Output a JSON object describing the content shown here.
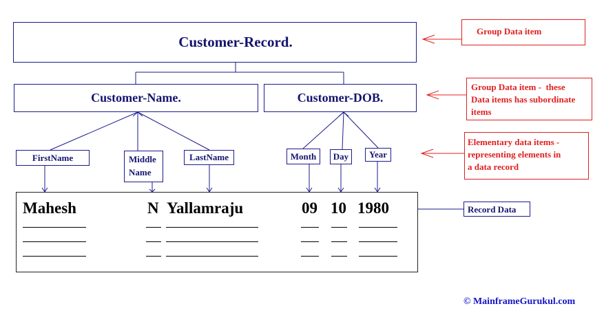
{
  "group_record": {
    "label": "Customer-Record."
  },
  "group_name": {
    "label": "Customer-Name."
  },
  "group_dob": {
    "label": "Customer-DOB."
  },
  "elementary": {
    "first_name": "FirstName",
    "middle_name_line1": "Middle",
    "middle_name_line2": "Name",
    "last_name": "LastName",
    "month": "Month",
    "day": "Day",
    "year": "Year"
  },
  "record_data": {
    "first_name": "Mahesh",
    "middle_initial": "N",
    "last_name": "Yallamraju",
    "month": "09",
    "day": "10",
    "year": "1980"
  },
  "annotations": {
    "group_item": "Group Data item",
    "group_subordinate_line1": "Group Data item -  these",
    "group_subordinate_line2": "Data items has subordinate",
    "group_subordinate_line3": "items",
    "elementary_line1": "Elementary data items -",
    "elementary_line2": "representing elements in",
    "elementary_line3": "a data record",
    "record_data": "Record Data"
  },
  "copyright": "© MainframeGurukul.com",
  "colors": {
    "navy": "#14146e",
    "red": "#e02020",
    "black": "#000000"
  }
}
